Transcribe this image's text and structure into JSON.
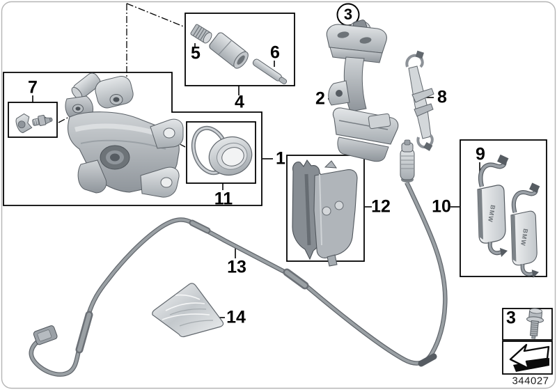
{
  "diagram": {
    "doc_number": "344027",
    "brand_stamp": "BMW",
    "callouts": {
      "c1": "1",
      "c2": "2",
      "c3_circled": "3",
      "c4": "4",
      "c5": "5",
      "c6": "6",
      "c7": "7",
      "c8": "8",
      "c9": "9",
      "c10": "10",
      "c11": "11",
      "c12": "12",
      "c13": "13",
      "c14": "14",
      "c3_legend": "3"
    },
    "icons": {
      "legend_bolt": "hex-flange-bolt",
      "legend_arrow": "direction-of-travel-arrow"
    },
    "colors": {
      "line": "#000000",
      "background": "#ffffff",
      "metal_light": "#e3e6e8",
      "metal_mid": "#aab0b5",
      "metal_dark": "#7d838a"
    }
  }
}
